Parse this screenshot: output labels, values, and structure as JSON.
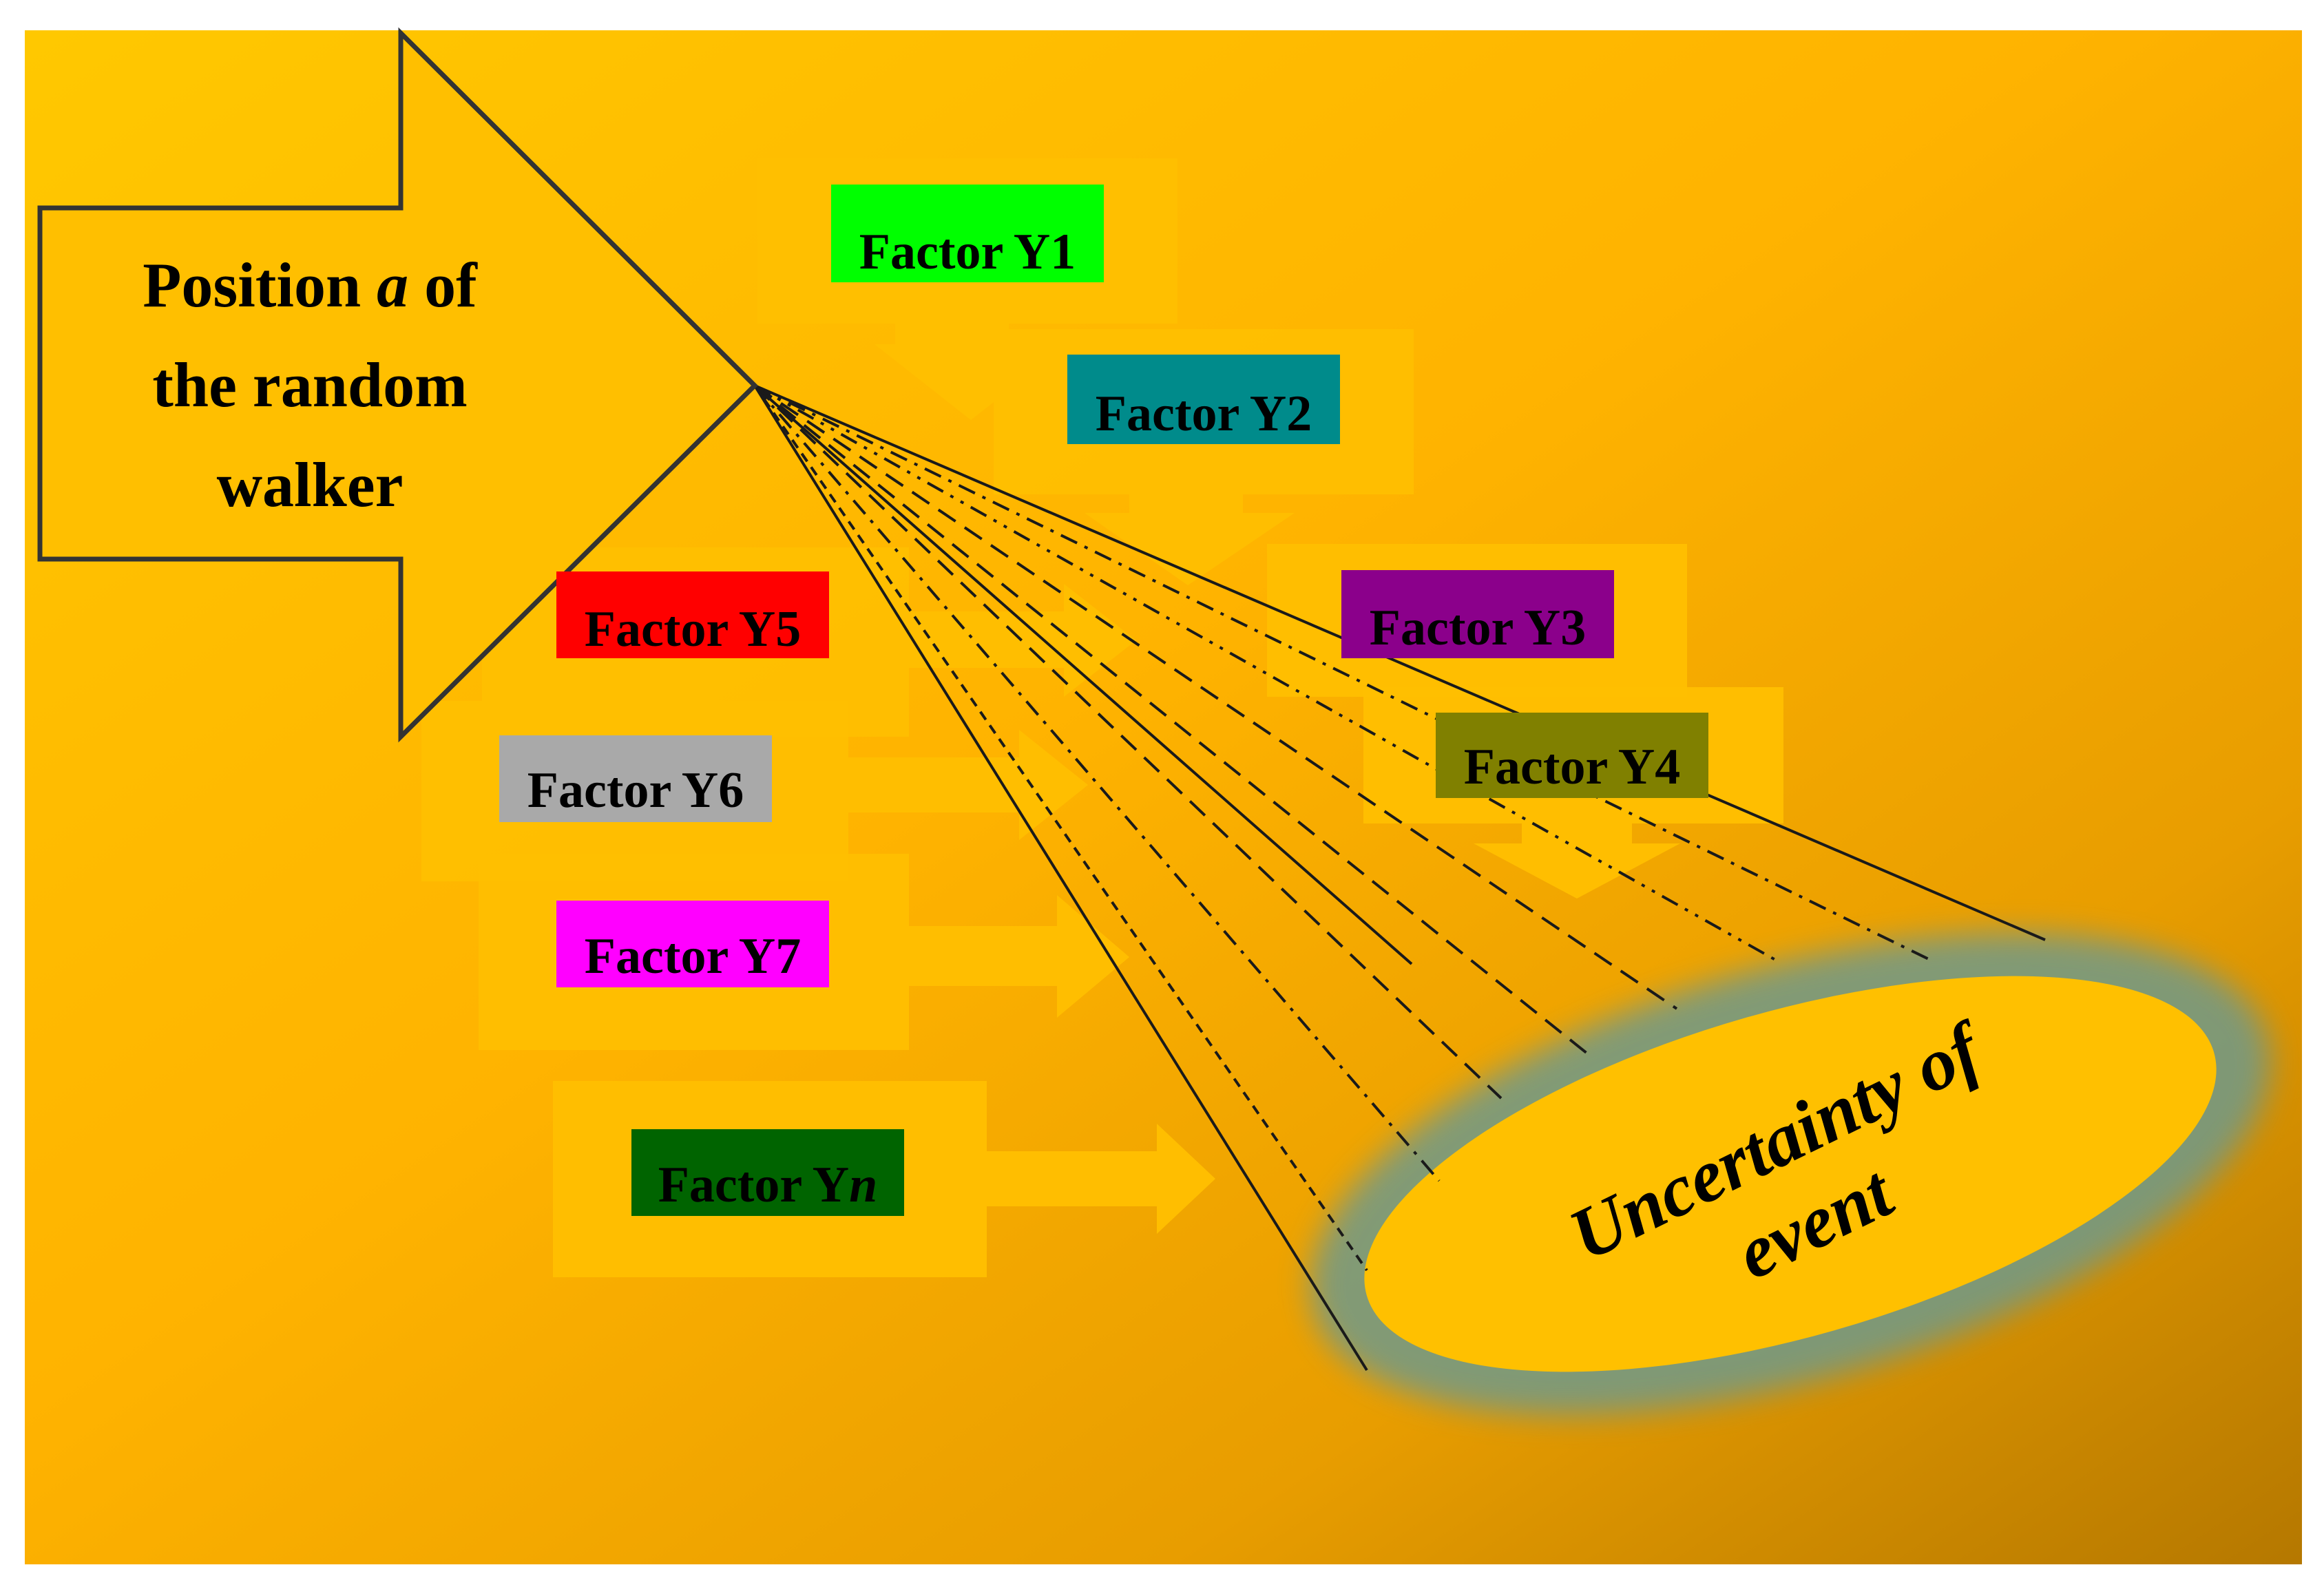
{
  "source": {
    "line1": "Position",
    "line1_var": "a",
    "line1_end": "of",
    "line2": "the random",
    "line3": "walker"
  },
  "factors": [
    {
      "id": "y1",
      "prefix": "Factor Y",
      "suffix": "1",
      "suffix_italic": false,
      "color": "#00ff00"
    },
    {
      "id": "y2",
      "prefix": "Factor Y",
      "suffix": "2",
      "suffix_italic": false,
      "color": "#008b8b"
    },
    {
      "id": "y3",
      "prefix": "Factor Y",
      "suffix": "3",
      "suffix_italic": false,
      "color": "#8b008b"
    },
    {
      "id": "y4",
      "prefix": "Factor Y",
      "suffix": "4",
      "suffix_italic": false,
      "color": "#808000"
    },
    {
      "id": "y5",
      "prefix": "Factor Y",
      "suffix": "5",
      "suffix_italic": false,
      "color": "#ff0000"
    },
    {
      "id": "y6",
      "prefix": "Factor Y",
      "suffix": "6",
      "suffix_italic": false,
      "color": "#a9a9a9"
    },
    {
      "id": "y7",
      "prefix": "Factor Y",
      "suffix": "7",
      "suffix_italic": false,
      "color": "#ff00ff"
    },
    {
      "id": "yn",
      "prefix": "Factor Y",
      "suffix": "n",
      "suffix_italic": true,
      "color": "#006400"
    }
  ],
  "target": {
    "line1": "Uncertainty of",
    "line2": "event"
  },
  "colors": {
    "background_light": "#ffc400",
    "background_dark": "#c07f00",
    "box_fill": "#ffbf00",
    "outline": "#333333",
    "ellipse_ring": "#6f9a8a"
  }
}
